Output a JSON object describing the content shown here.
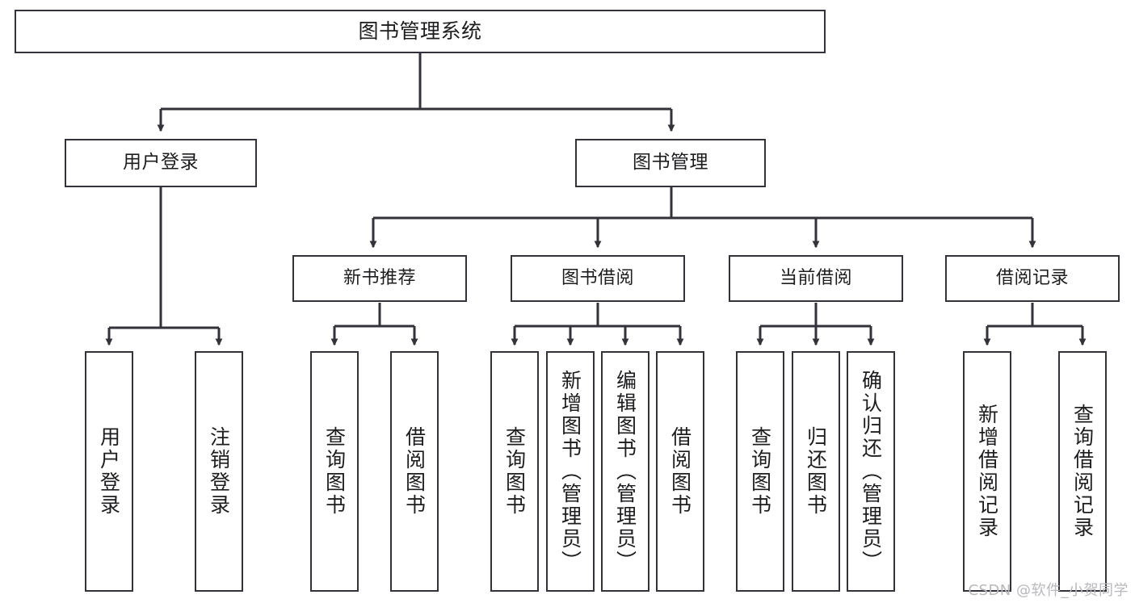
{
  "diagram": {
    "title": "图书管理系统",
    "type": "tree-hierarchy-chart",
    "watermark": "CSDN @软件_小贺同学",
    "line_color": "#32323a",
    "box_fill": "#ffffff",
    "text_color": "#1d1d20",
    "nodes": {
      "root": "图书管理系统",
      "m1": "用户登录",
      "m2": "图书管理",
      "s1": "新书推荐",
      "s2": "图书借阅",
      "s3": "当前借阅",
      "s4": "借阅记录",
      "l1": "用户登录",
      "l2": "注销登录",
      "l3": "查询图书",
      "l4": "借阅图书",
      "l5": "查询图书",
      "l6": "新增图书（管理员）",
      "l7": "编辑图书（管理员）",
      "l8": "借阅图书",
      "l9": "查询图书",
      "l10": "归还图书",
      "l11": "确认归还（管理员）",
      "l12": "新增借阅记录",
      "l13": "查询借阅记录"
    }
  }
}
